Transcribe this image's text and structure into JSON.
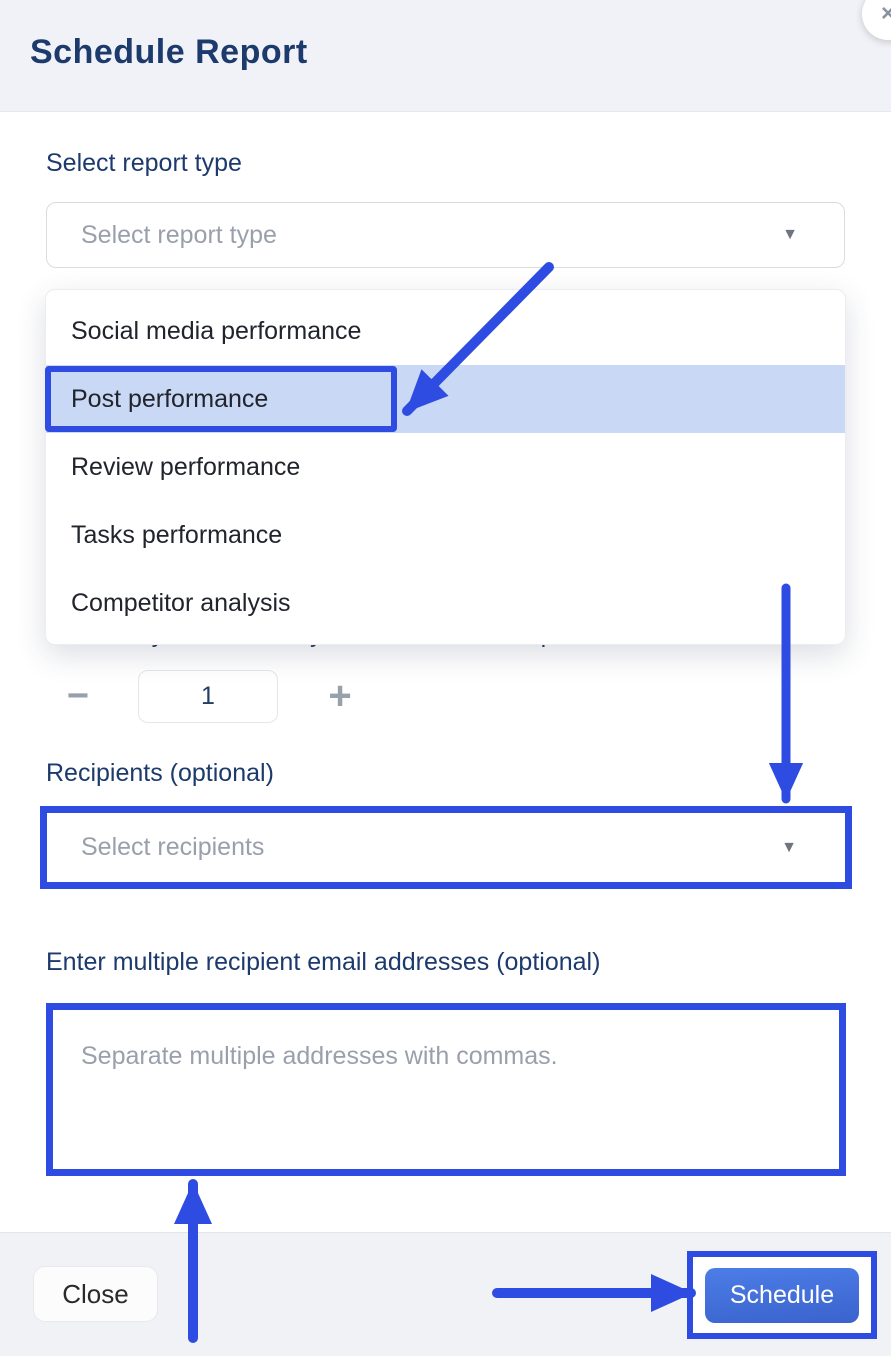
{
  "modal": {
    "title": "Schedule Report"
  },
  "icons": {
    "close": "×",
    "caret_down": "▼",
    "minus": "−",
    "plus": "+"
  },
  "report_type": {
    "label": "Select report type",
    "placeholder": "Select report type",
    "options": [
      "Social media performance",
      "Post performance",
      "Review performance",
      "Tasks performance",
      "Competitor analysis"
    ],
    "highlighted_option": "Post performance"
  },
  "run_count": {
    "label": "How many times would you like to run this report",
    "value": "1"
  },
  "recipients": {
    "label": "Recipients (optional)",
    "placeholder": "Select recipients"
  },
  "emails": {
    "label": "Enter multiple recipient email addresses (optional)",
    "placeholder": "Separate multiple addresses with commas."
  },
  "footer": {
    "close_label": "Close",
    "schedule_label": "Schedule"
  },
  "colors": {
    "annotation_blue": "#2e4ce2",
    "highlight_row": "#c9d8f4",
    "navy_text": "#1d3a6d",
    "header_bg": "#f1f2f7",
    "button_gradient_top": "#4d7de7",
    "button_gradient_bottom": "#3a63cd"
  }
}
